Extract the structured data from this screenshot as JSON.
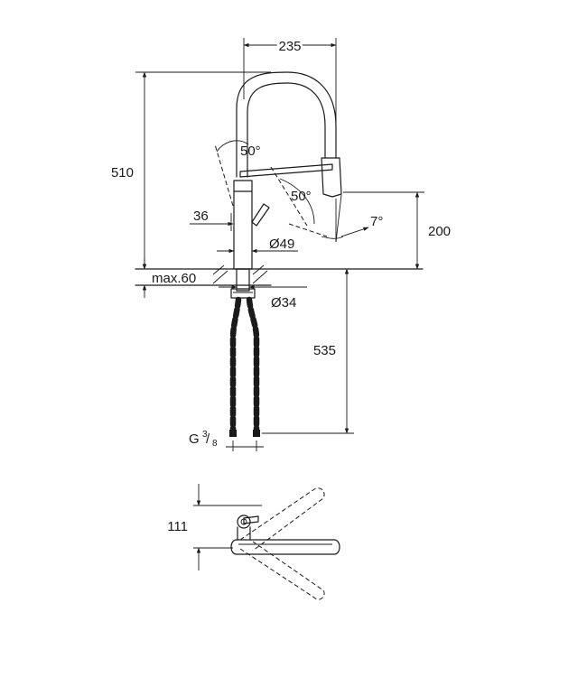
{
  "dimensions": {
    "spout_reach": "235",
    "total_height": "510",
    "spray_angle_top": "50°",
    "spray_angle_side": "50°",
    "lever_offset": "36",
    "body_diameter": "Ø49",
    "outlet_height": "200",
    "outlet_tilt": "7°",
    "max_deck_thickness": "max.60",
    "mount_diameter": "Ø34",
    "hose_length": "535",
    "thread_prefix": "G",
    "thread_num": "3",
    "thread_den": "8",
    "top_view_offset": "111"
  },
  "colors": {
    "line": "#1a1a1a",
    "background": "#ffffff"
  }
}
